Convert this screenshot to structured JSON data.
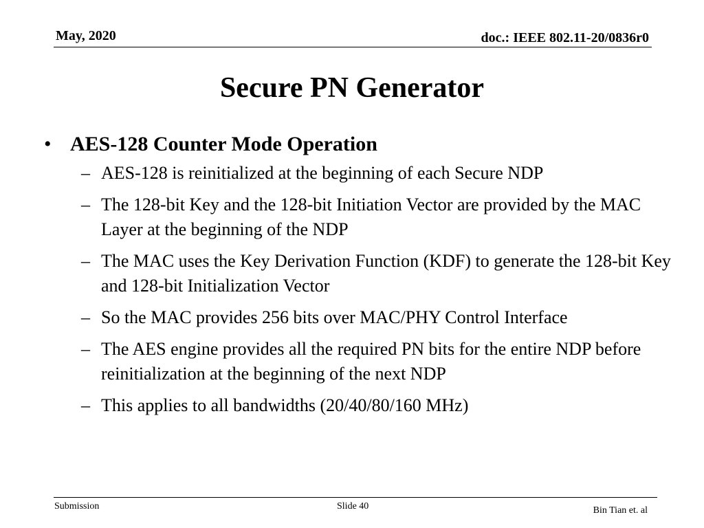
{
  "header": {
    "date": "May, 2020",
    "doc": "doc.: IEEE 802.11-20/0836r0"
  },
  "title": "Secure PN Generator",
  "body": {
    "bullet": {
      "marker": "•",
      "text": "AES-128 Counter Mode Operation"
    },
    "sub_marker": "–",
    "sub_items": [
      "AES-128 is reinitialized at the beginning of each Secure NDP",
      "The 128-bit Key and the 128-bit Initiation Vector are provided by the MAC Layer at the beginning of the NDP",
      "The MAC uses the Key Derivation Function (KDF) to generate the 128-bit Key and 128-bit Initialization Vector",
      "So the MAC provides 256 bits over MAC/PHY Control Interface",
      "The AES engine provides all the required PN bits for the entire NDP before reinitialization at the beginning of the next NDP",
      "This applies to all bandwidths (20/40/80/160 MHz)"
    ]
  },
  "footer": {
    "left": "Submission",
    "center": "Slide 40",
    "right": "Bin Tian et. al"
  }
}
